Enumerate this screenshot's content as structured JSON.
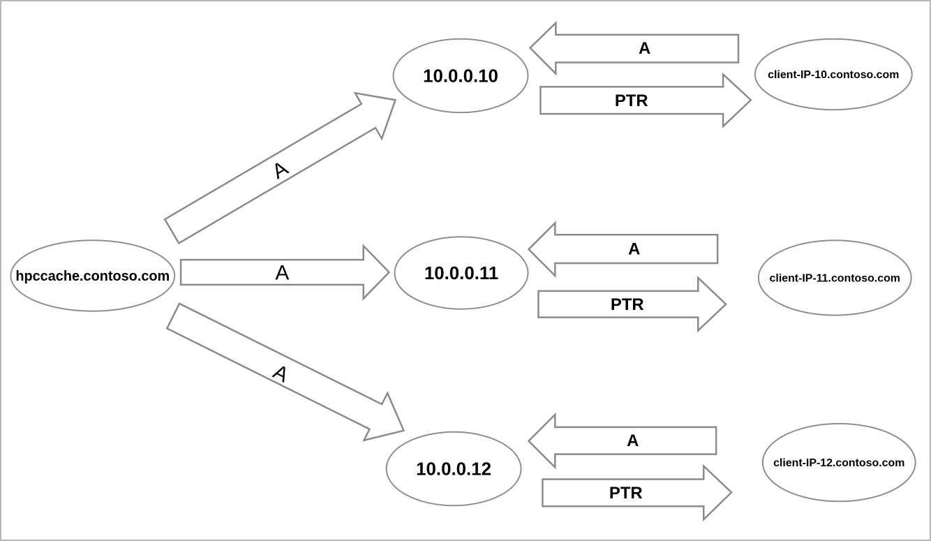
{
  "appearance": {
    "background_color": "#ffffff",
    "frame_border_color": "#b7b7b7",
    "shape_stroke_color": "#8a8a8a",
    "text_color": "#000000"
  },
  "diagram": {
    "type": "dns-resolution-diagram",
    "source_node": {
      "label": "hpccache.contoso.com"
    },
    "forward_arrows": [
      {
        "label": "A",
        "target": "10.0.0.10"
      },
      {
        "label": "A",
        "target": "10.0.0.11"
      },
      {
        "label": "A",
        "target": "10.0.0.12"
      }
    ],
    "rows": [
      {
        "ip_node": "10.0.0.10",
        "client_node": "client-IP-10.contoso.com",
        "a_arrow_label": "A",
        "ptr_arrow_label": "PTR"
      },
      {
        "ip_node": "10.0.0.11",
        "client_node": "client-IP-11.contoso.com",
        "a_arrow_label": "A",
        "ptr_arrow_label": "PTR"
      },
      {
        "ip_node": "10.0.0.12",
        "client_node": "client-IP-12.contoso.com",
        "a_arrow_label": "A",
        "ptr_arrow_label": "PTR"
      }
    ]
  }
}
